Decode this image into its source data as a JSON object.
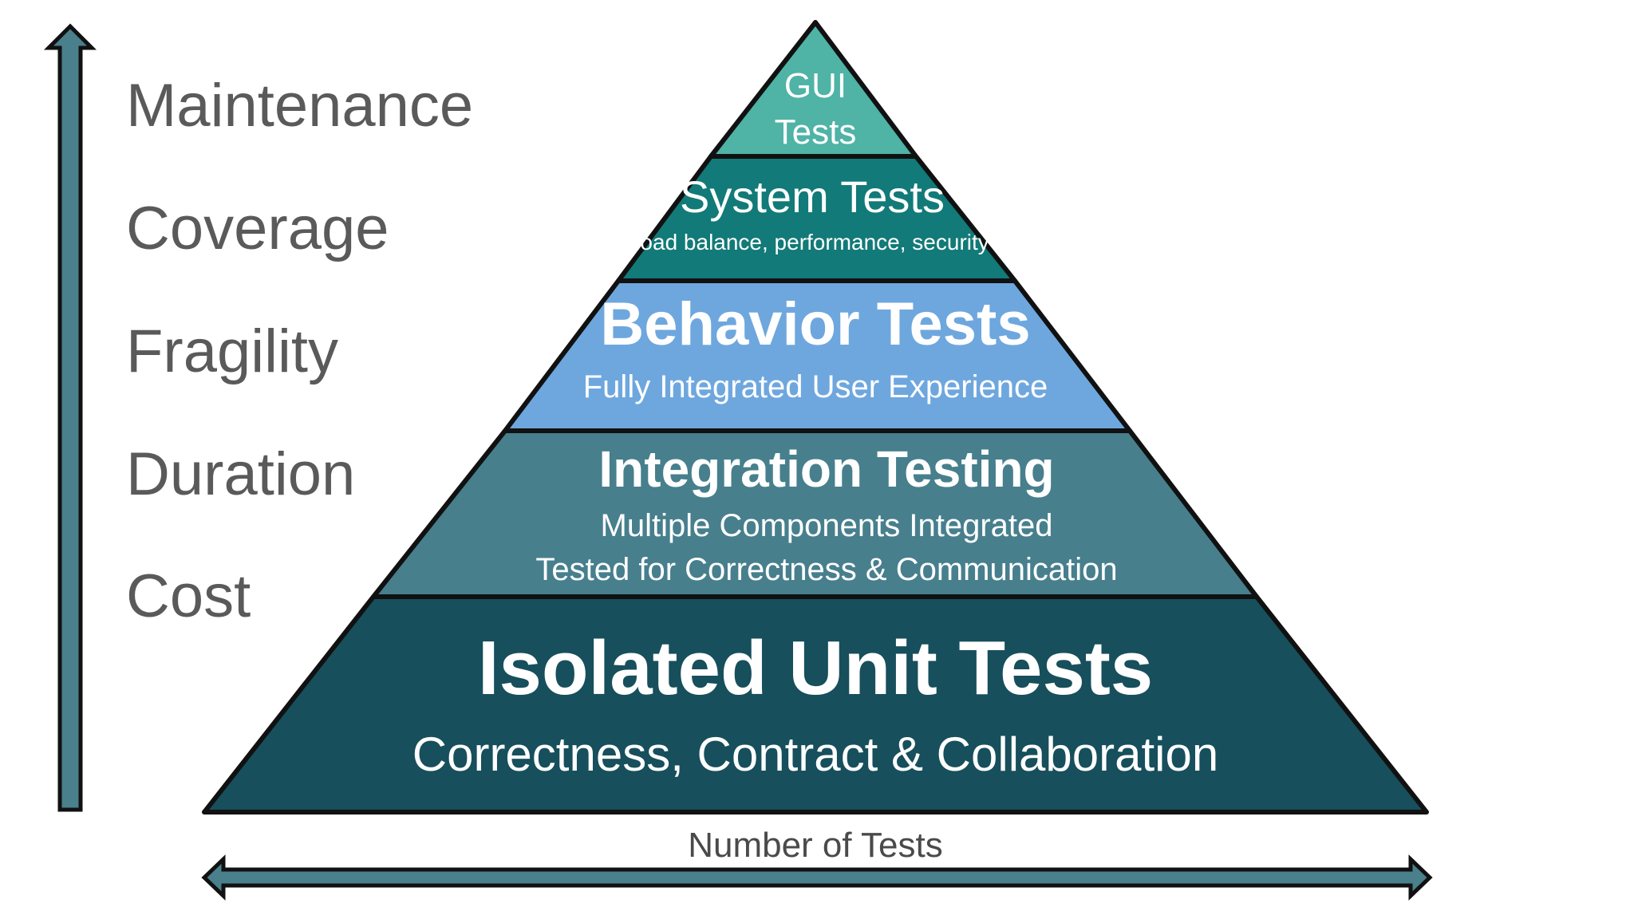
{
  "side_labels": [
    "Maintenance",
    "Coverage",
    "Fragility",
    "Duration",
    "Cost"
  ],
  "x_axis_label": "Number of Tests",
  "tiers": {
    "gui": {
      "title": "GUI",
      "title2": "Tests",
      "color": "#4fb3a6"
    },
    "system": {
      "title": "System Tests",
      "subtitle": "load balance, performance, security",
      "color": "#127a78"
    },
    "behavior": {
      "title": "Behavior Tests",
      "subtitle": "Fully Integrated User Experience",
      "color": "#6ea7de"
    },
    "integration": {
      "title": "Integration Testing",
      "subtitle": "Multiple Components Integrated",
      "subtitle2": "Tested for Correctness & Communication",
      "color": "#477f8d"
    },
    "unit": {
      "title": "Isolated Unit Tests",
      "subtitle": "Correctness, Contract & Collaboration",
      "color": "#174f5c"
    }
  },
  "colors": {
    "arrow_fill": "#4a7f8c",
    "outline": "#111111"
  }
}
